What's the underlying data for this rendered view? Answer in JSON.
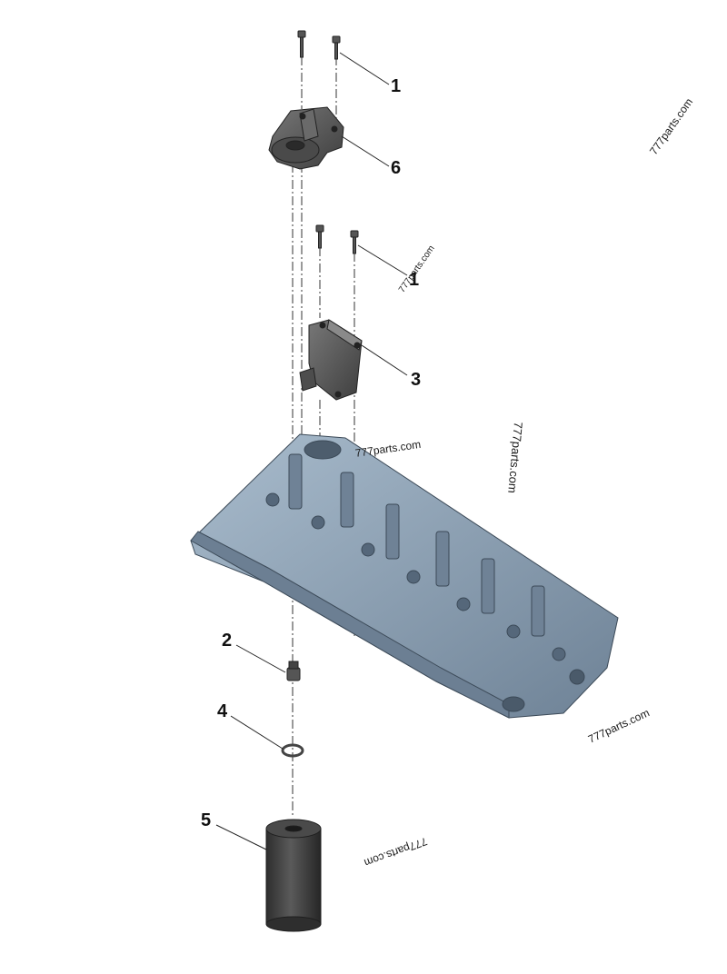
{
  "callouts": [
    {
      "label": "1"
    },
    {
      "label": "6"
    },
    {
      "label": "1"
    },
    {
      "label": "3"
    },
    {
      "label": "2"
    },
    {
      "label": "4"
    },
    {
      "label": "5"
    }
  ],
  "watermarks": [
    {
      "text": "777parts.com"
    },
    {
      "text": "777parts.com"
    },
    {
      "text": "777parts.com"
    },
    {
      "text": "777parts.com"
    },
    {
      "text": "777parts.com"
    },
    {
      "text": "777parts.com"
    }
  ],
  "colors": {
    "cylinder_head": "#8fa3b8",
    "cylinder_head_dark": "#5f7286",
    "bracket": "#5a5a5a",
    "filter": "#3d3d3d",
    "lines": "#222222"
  }
}
